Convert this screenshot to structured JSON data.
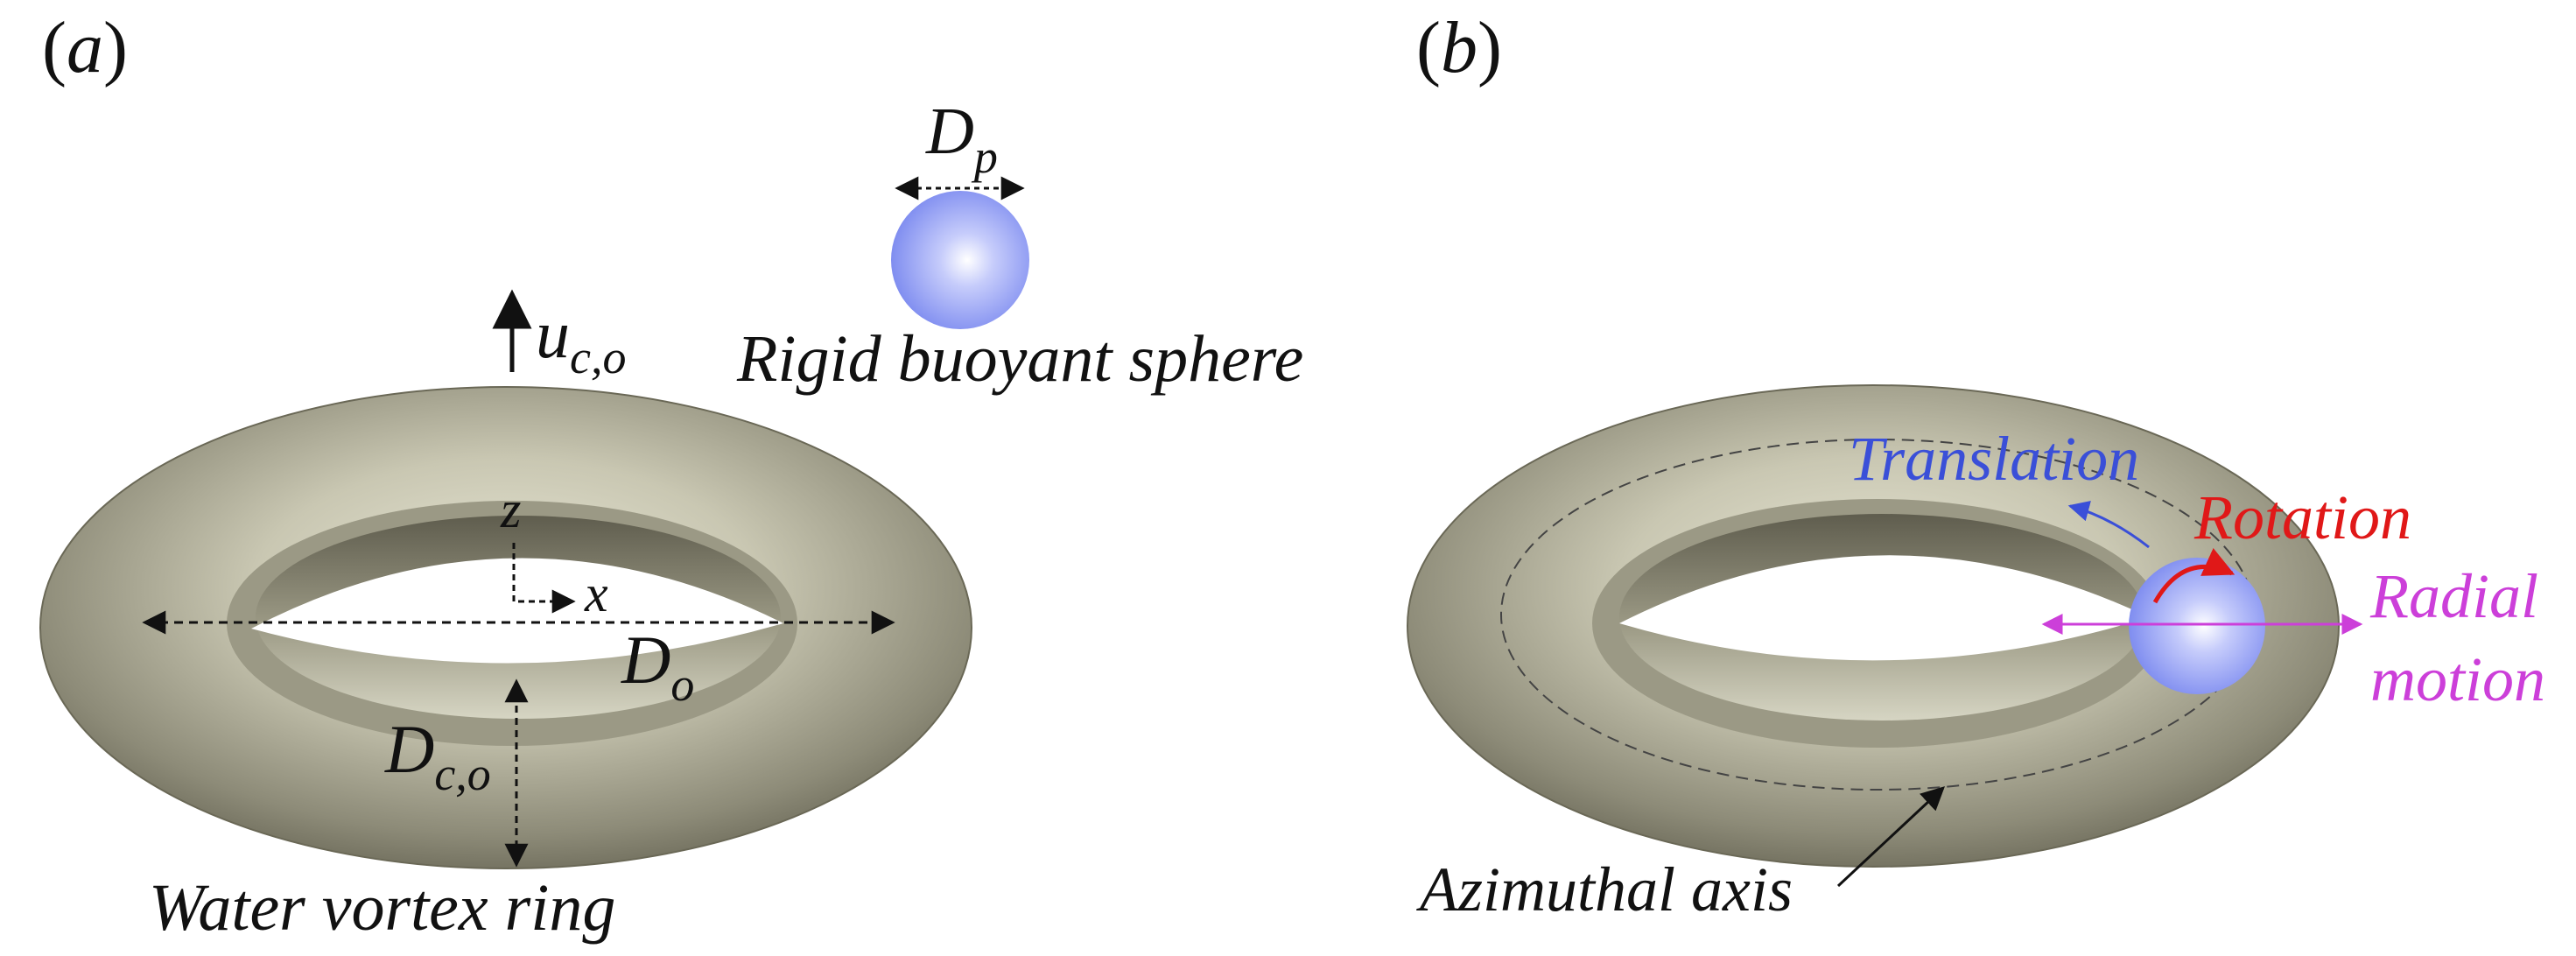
{
  "panel_a": {
    "label_open": "(",
    "label_letter": "a",
    "label_close": ")",
    "sphere_diameter_main": "D",
    "sphere_diameter_sub": "p",
    "sphere_caption": "Rigid buoyant sphere",
    "velocity_main": "u",
    "velocity_sub": "c,o",
    "axis_z": "z",
    "axis_x": "x",
    "ring_diameter_main": "D",
    "ring_diameter_sub": "o",
    "core_diameter_main": "D",
    "core_diameter_sub": "c,o",
    "ring_caption": "Water vortex ring"
  },
  "panel_b": {
    "label_open": "(",
    "label_letter": "b",
    "label_close": ")",
    "translation": "Translation",
    "rotation": "Rotation",
    "radial_line1": "Radial",
    "radial_line2": "motion",
    "azimuthal_axis": "Azimuthal axis"
  },
  "colors": {
    "torus_mid": "#c9c7b2",
    "torus_dark": "#6f6d5c",
    "torus_light": "#e8e7d6",
    "sphere": "#8f9cf3",
    "sphere_highlight": "#ffffff",
    "translation": "#3a4fd8",
    "rotation": "#e01818",
    "radial": "#cc3fd9",
    "annotation": "#111111"
  },
  "icons": [
    "up-arrow-icon",
    "dashed-double-arrow-icon",
    "curved-rotation-arrow-icon"
  ]
}
